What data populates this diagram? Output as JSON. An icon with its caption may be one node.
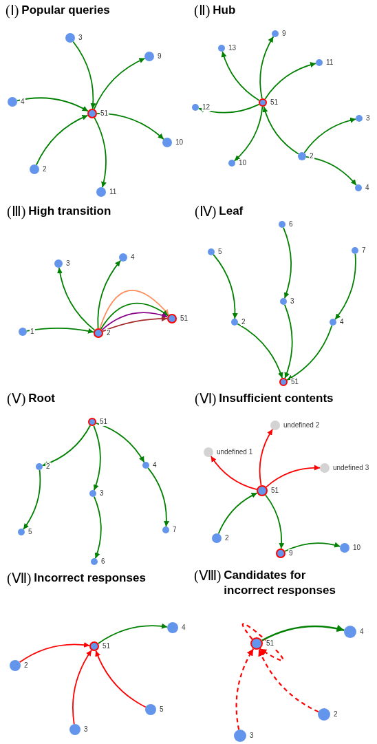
{
  "diagram": {
    "nodes": [
      {
        "text": [],
        "shape": "circle",
        "beside": [
          "3"
        ]
      },
      {
        "text": [],
        "shape": "circle",
        "beside": [
          "9"
        ]
      },
      {
        "text": [],
        "shape": "circle",
        "beside": [
          "4"
        ]
      },
      {
        "text": [],
        "shape": "circle",
        "beside": [
          "51"
        ]
      },
      {
        "text": [],
        "shape": "circle",
        "beside": [
          "10"
        ]
      },
      {
        "text": [],
        "shape": "circle",
        "beside": [
          "2"
        ]
      },
      {
        "text": [],
        "shape": "circle",
        "beside": [
          "11"
        ]
      },
      {
        "text": [],
        "shape": "circle",
        "beside": [
          "9"
        ]
      },
      {
        "text": [],
        "shape": "circle",
        "beside": [
          "13"
        ]
      },
      {
        "text": [],
        "shape": "circle",
        "beside": [
          "11"
        ]
      },
      {
        "text": [],
        "shape": "circle",
        "beside": [
          "51"
        ]
      },
      {
        "text": [],
        "shape": "circle",
        "beside": [
          "12"
        ]
      },
      {
        "text": [],
        "shape": "circle",
        "beside": [
          "3"
        ]
      },
      {
        "text": [],
        "shape": "circle",
        "beside": [
          "2"
        ]
      },
      {
        "text": [],
        "shape": "circle",
        "beside": [
          "10"
        ]
      },
      {
        "text": [],
        "shape": "circle",
        "beside": [
          "4"
        ]
      },
      {
        "text": [],
        "shape": "circle",
        "beside": [
          "3"
        ]
      },
      {
        "text": [],
        "shape": "circle",
        "beside": [
          "4"
        ]
      },
      {
        "text": [],
        "shape": "circle",
        "beside": [
          "1"
        ]
      },
      {
        "text": [],
        "shape": "circle",
        "beside": [
          "2"
        ]
      },
      {
        "text": [],
        "shape": "circle",
        "beside": [
          "51"
        ]
      },
      {
        "text": [],
        "shape": "circle",
        "beside": [
          "6"
        ]
      },
      {
        "text": [],
        "shape": "circle",
        "beside": [
          "5"
        ]
      },
      {
        "text": [],
        "shape": "circle",
        "beside": [
          "7"
        ]
      },
      {
        "text": [],
        "shape": "circle",
        "beside": [
          "3"
        ]
      },
      {
        "text": [],
        "shape": "circle",
        "beside": [
          "2"
        ]
      },
      {
        "text": [],
        "shape": "circle",
        "beside": [
          "4"
        ]
      },
      {
        "text": [],
        "shape": "circle",
        "beside": [
          "51"
        ]
      },
      {
        "text": [],
        "shape": "circle",
        "beside": [
          "51"
        ]
      },
      {
        "text": [],
        "shape": "circle",
        "beside": [
          "2"
        ]
      },
      {
        "text": [],
        "shape": "circle",
        "beside": [
          "4"
        ]
      },
      {
        "text": [],
        "shape": "circle",
        "beside": [
          "3"
        ]
      },
      {
        "text": [],
        "shape": "circle",
        "beside": [
          "5"
        ]
      },
      {
        "text": [],
        "shape": "circle",
        "beside": [
          "7"
        ]
      },
      {
        "text": [],
        "shape": "circle",
        "beside": [
          "6"
        ]
      },
      {
        "text": [],
        "shape": "circle",
        "beside": [
          "undefined 2"
        ]
      },
      {
        "text": [],
        "shape": "circle",
        "beside": [
          "undefined 1"
        ]
      },
      {
        "text": [],
        "shape": "circle",
        "beside": [
          "undefined 3"
        ]
      },
      {
        "text": [],
        "shape": "circle",
        "beside": [
          "51"
        ]
      },
      {
        "text": [],
        "shape": "circle",
        "beside": [
          "2"
        ]
      },
      {
        "text": [],
        "shape": "circle",
        "beside": [
          "9"
        ]
      },
      {
        "text": [],
        "shape": "circle",
        "beside": [
          "10"
        ]
      },
      {
        "text": [],
        "shape": "circle",
        "beside": [
          "4"
        ]
      },
      {
        "text": [],
        "shape": "circle",
        "beside": [
          "51"
        ]
      },
      {
        "text": [],
        "shape": "circle",
        "beside": [
          "2"
        ]
      },
      {
        "text": [],
        "shape": "circle",
        "beside": [
          "5"
        ]
      },
      {
        "text": [],
        "shape": "circle",
        "beside": [
          "3"
        ]
      },
      {
        "text": [],
        "shape": "circle",
        "beside": [
          "4"
        ]
      },
      {
        "text": [],
        "shape": "circle",
        "beside": [
          "51"
        ]
      },
      {
        "text": [],
        "shape": "circle",
        "beside": [
          "2"
        ]
      },
      {
        "text": [],
        "shape": "circle",
        "beside": [
          "3"
        ]
      }
    ],
    "edges": [
      {
        "from": 0,
        "to": 3,
        "arrow": "to"
      },
      {
        "from": 2,
        "to": 3,
        "arrow": "to"
      },
      {
        "from": 5,
        "to": 3,
        "arrow": "to"
      },
      {
        "from": 3,
        "to": 1,
        "arrow": "to"
      },
      {
        "from": 3,
        "to": 4,
        "arrow": "to"
      },
      {
        "from": 3,
        "to": 6,
        "arrow": "to"
      },
      {
        "from": 10,
        "to": 7,
        "arrow": "to"
      },
      {
        "from": 10,
        "to": 8,
        "arrow": "to"
      },
      {
        "from": 10,
        "to": 9,
        "arrow": "to"
      },
      {
        "from": 10,
        "to": 11,
        "arrow": "to"
      },
      {
        "from": 10,
        "to": 14,
        "arrow": "to"
      },
      {
        "from": 13,
        "to": 10,
        "arrow": "to"
      },
      {
        "from": 13,
        "to": 12,
        "arrow": "to"
      },
      {
        "from": 13,
        "to": 15,
        "arrow": "to"
      },
      {
        "from": 18,
        "to": 19,
        "arrow": "to"
      },
      {
        "from": 19,
        "to": 16,
        "arrow": "to"
      },
      {
        "from": 19,
        "to": 17,
        "arrow": "to"
      },
      {
        "from": 19,
        "to": 20,
        "arrow": "to",
        "color": "#ff8c5a"
      },
      {
        "from": 19,
        "to": 20,
        "arrow": "to"
      },
      {
        "from": 19,
        "to": 20,
        "arrow": "to",
        "color": "#8b008b"
      },
      {
        "from": 19,
        "to": 20,
        "arrow": "to",
        "color": "#a52a2a"
      },
      {
        "from": 22,
        "to": 25,
        "arrow": "to"
      },
      {
        "from": 21,
        "to": 24,
        "arrow": "to"
      },
      {
        "from": 23,
        "to": 26,
        "arrow": "to"
      },
      {
        "from": 25,
        "to": 27,
        "arrow": "to"
      },
      {
        "from": 24,
        "to": 27,
        "arrow": "to"
      },
      {
        "from": 26,
        "to": 27,
        "arrow": "to"
      },
      {
        "from": 28,
        "to": 29,
        "arrow": "to"
      },
      {
        "from": 28,
        "to": 31,
        "arrow": "to"
      },
      {
        "from": 28,
        "to": 30,
        "arrow": "to"
      },
      {
        "from": 29,
        "to": 32,
        "arrow": "to"
      },
      {
        "from": 31,
        "to": 34,
        "arrow": "to"
      },
      {
        "from": 30,
        "to": 33,
        "arrow": "to"
      },
      {
        "from": 38,
        "to": 36,
        "arrow": "to",
        "color": "#ff0000"
      },
      {
        "from": 38,
        "to": 35,
        "arrow": "to",
        "color": "#ff0000"
      },
      {
        "from": 38,
        "to": 37,
        "arrow": "to",
        "color": "#ff0000"
      },
      {
        "from": 39,
        "to": 38,
        "arrow": "to"
      },
      {
        "from": 38,
        "to": 40,
        "arrow": "to"
      },
      {
        "from": 40,
        "to": 41,
        "arrow": "to"
      },
      {
        "from": 44,
        "to": 43,
        "arrow": "to",
        "color": "#ff0000"
      },
      {
        "from": 46,
        "to": 43,
        "arrow": "to",
        "color": "#ff0000"
      },
      {
        "from": 45,
        "to": 43,
        "arrow": "to",
        "color": "#ff0000"
      },
      {
        "from": 43,
        "to": 42,
        "arrow": "to"
      },
      {
        "from": 48,
        "to": 47,
        "arrow": "to"
      },
      {
        "from": 48,
        "to": 48,
        "arrow": "to",
        "style": "dashed",
        "color": "#ff0000"
      },
      {
        "from": 50,
        "to": 48,
        "arrow": "to",
        "style": "dashed",
        "color": "#ff0000"
      },
      {
        "from": 49,
        "to": 48,
        "arrow": "to",
        "style": "dashed",
        "color": "#ff0000"
      }
    ],
    "labels": [
      "(Ⅰ)",
      "Popular queries",
      "(Ⅱ)",
      "Hub",
      "(Ⅲ)",
      "High transition",
      "(Ⅳ)",
      "Leaf",
      "(Ⅴ)",
      "Root",
      "(Ⅵ)",
      "Insufficient contents",
      "(Ⅶ)",
      "Incorrect responses",
      "(Ⅷ)",
      "Candidates for incorrect responses"
    ]
  }
}
